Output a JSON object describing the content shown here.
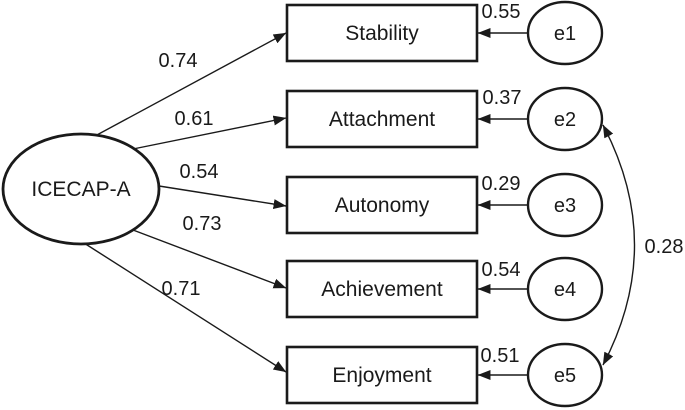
{
  "diagram": {
    "type": "sem-path-diagram",
    "latent": {
      "label": "ICECAP-A"
    },
    "indicators": [
      {
        "label": "Stability",
        "loading": "0.74",
        "error_label": "e1",
        "error_value": "0.55"
      },
      {
        "label": "Attachment",
        "loading": "0.61",
        "error_label": "e2",
        "error_value": "0.37"
      },
      {
        "label": "Autonomy",
        "loading": "0.54",
        "error_label": "e3",
        "error_value": "0.29"
      },
      {
        "label": "Achievement",
        "loading": "0.73",
        "error_label": "e4",
        "error_value": "0.54"
      },
      {
        "label": "Enjoyment",
        "loading": "0.71",
        "error_label": "e5",
        "error_value": "0.51"
      }
    ],
    "covariance": {
      "value": "0.28",
      "between": [
        "e2",
        "e5"
      ]
    },
    "colors": {
      "line": "#1a1a1a",
      "fill": "#ffffff"
    }
  }
}
